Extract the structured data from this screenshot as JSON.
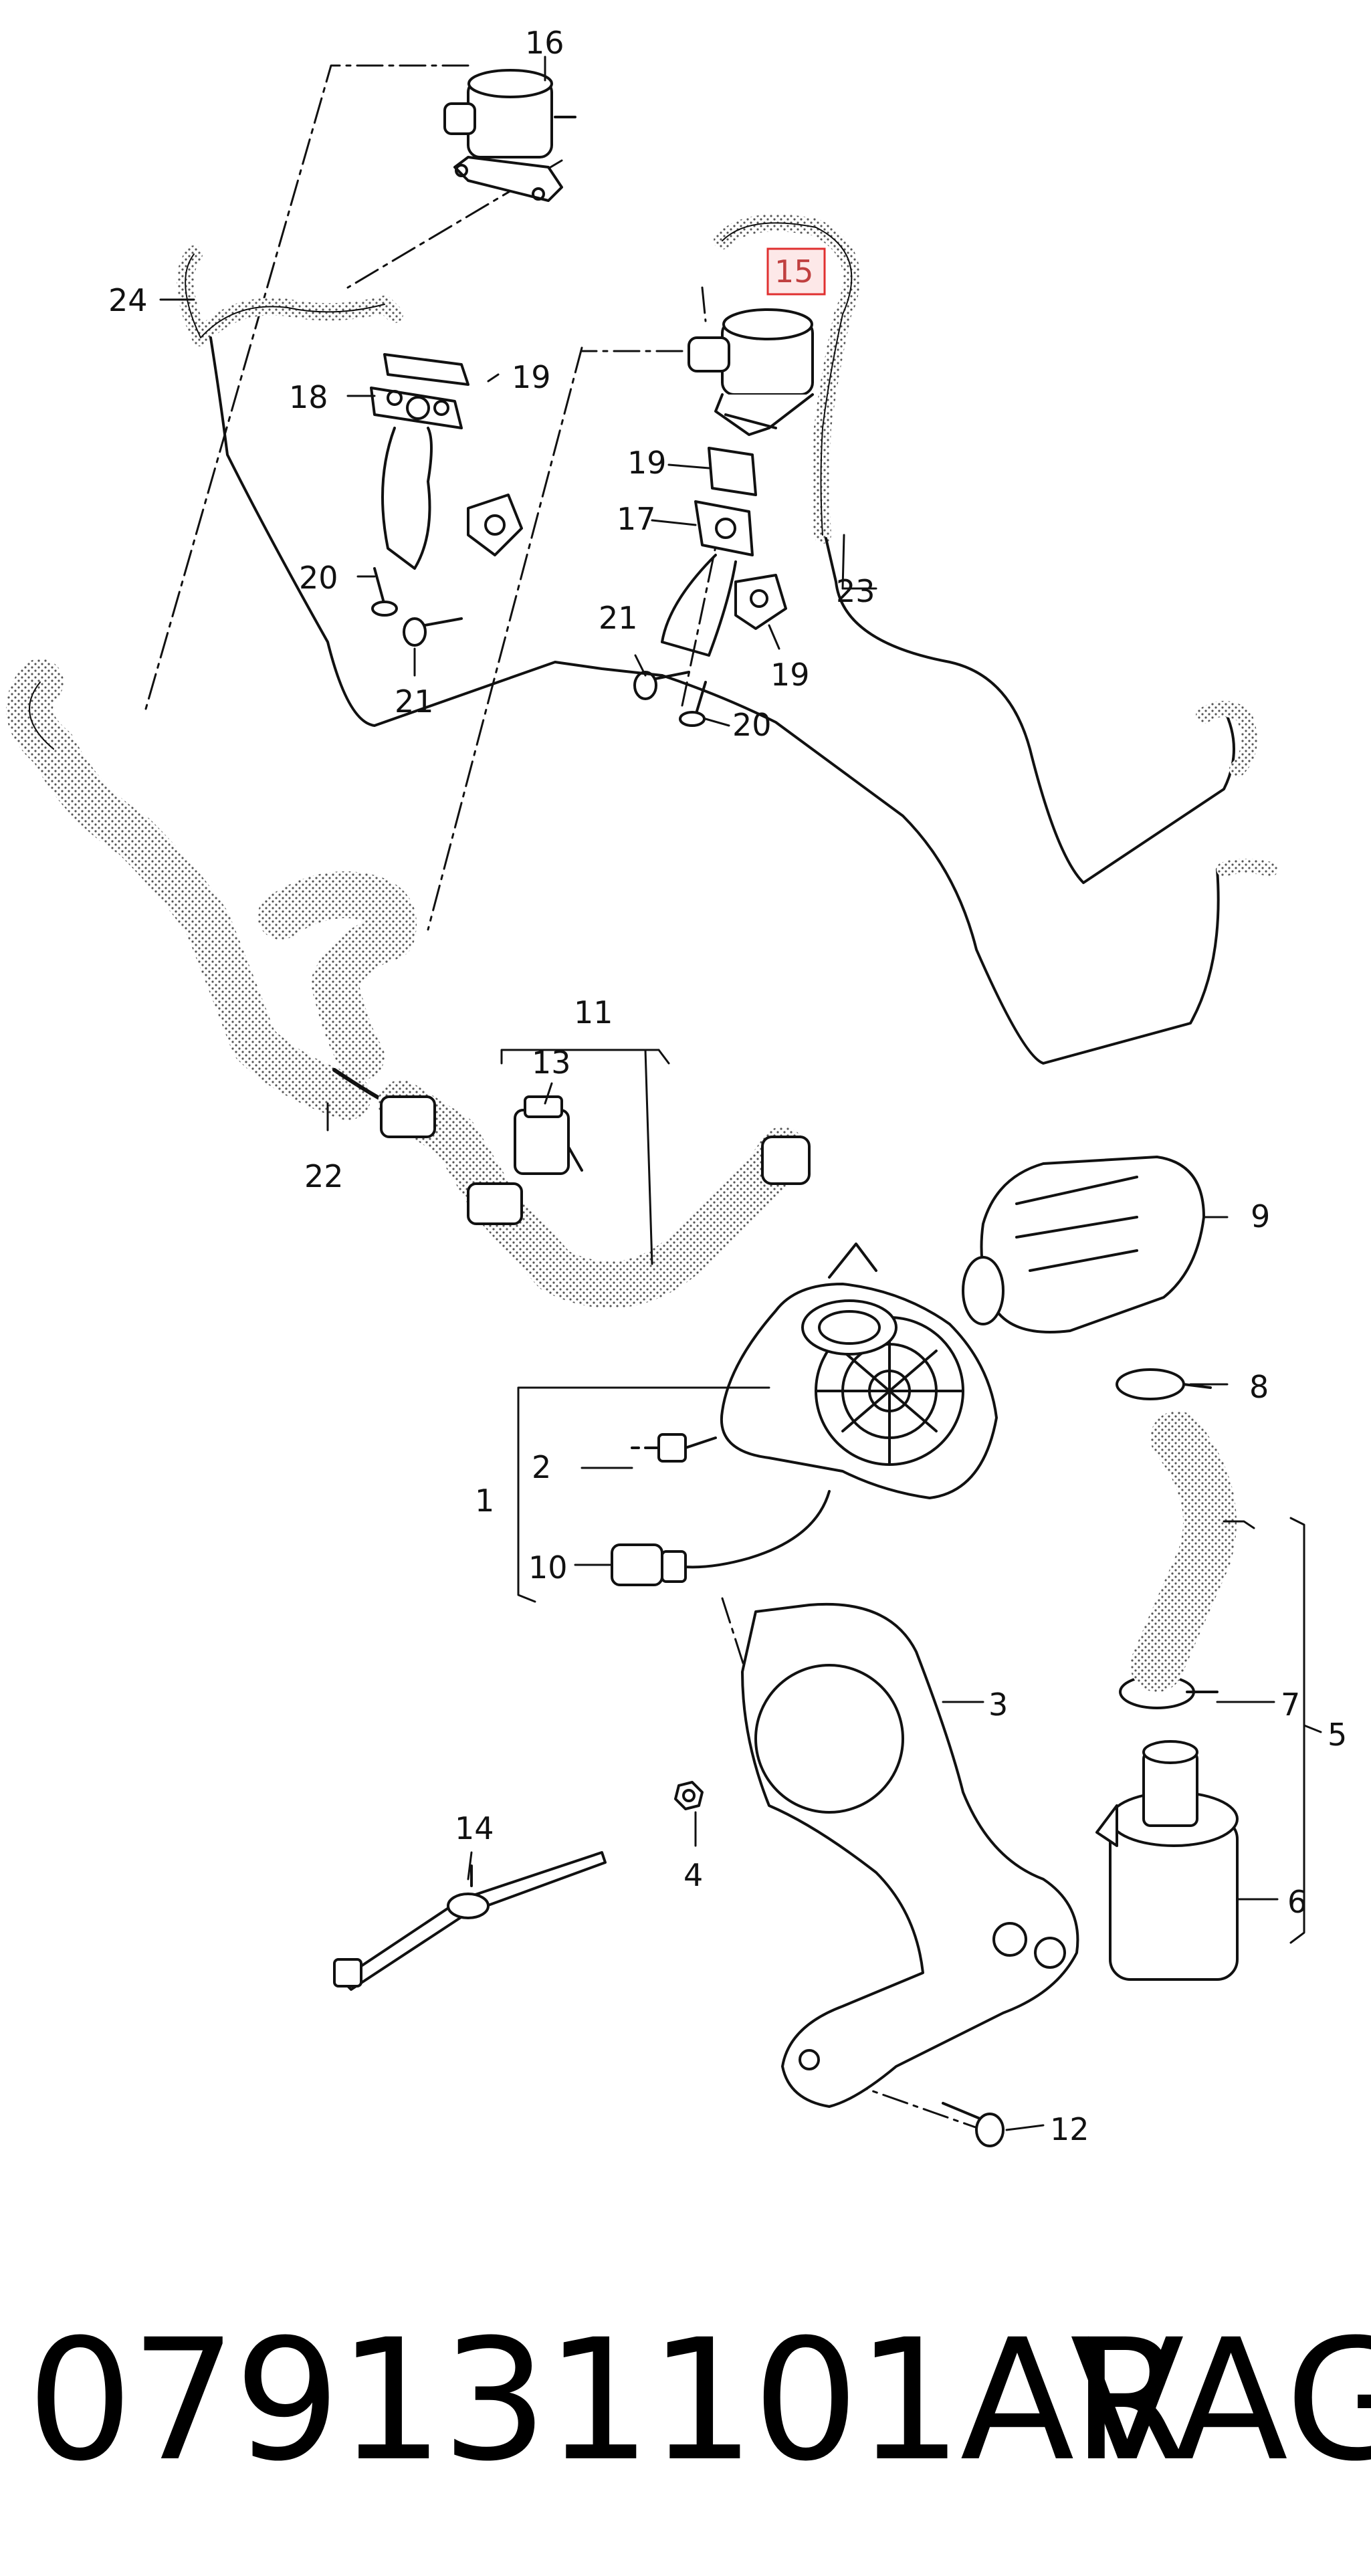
{
  "part_number": "079131101AR",
  "brand": "VAG",
  "highlight_color": "#e03030",
  "callouts": {
    "c1": "1",
    "c2": "2",
    "c3": "3",
    "c4": "4",
    "c5": "5",
    "c6": "6",
    "c7": "7",
    "c8": "8",
    "c9": "9",
    "c10": "10",
    "c11": "11",
    "c12": "12",
    "c13": "13",
    "c14": "14",
    "c15": "15",
    "c16": "16",
    "c17": "17",
    "c18": "18",
    "c19a": "19",
    "c19b": "19",
    "c19c": "19",
    "c20a": "20",
    "c20b": "20",
    "c21a": "21",
    "c21b": "21",
    "c22": "22",
    "c23": "23",
    "c24": "24"
  }
}
